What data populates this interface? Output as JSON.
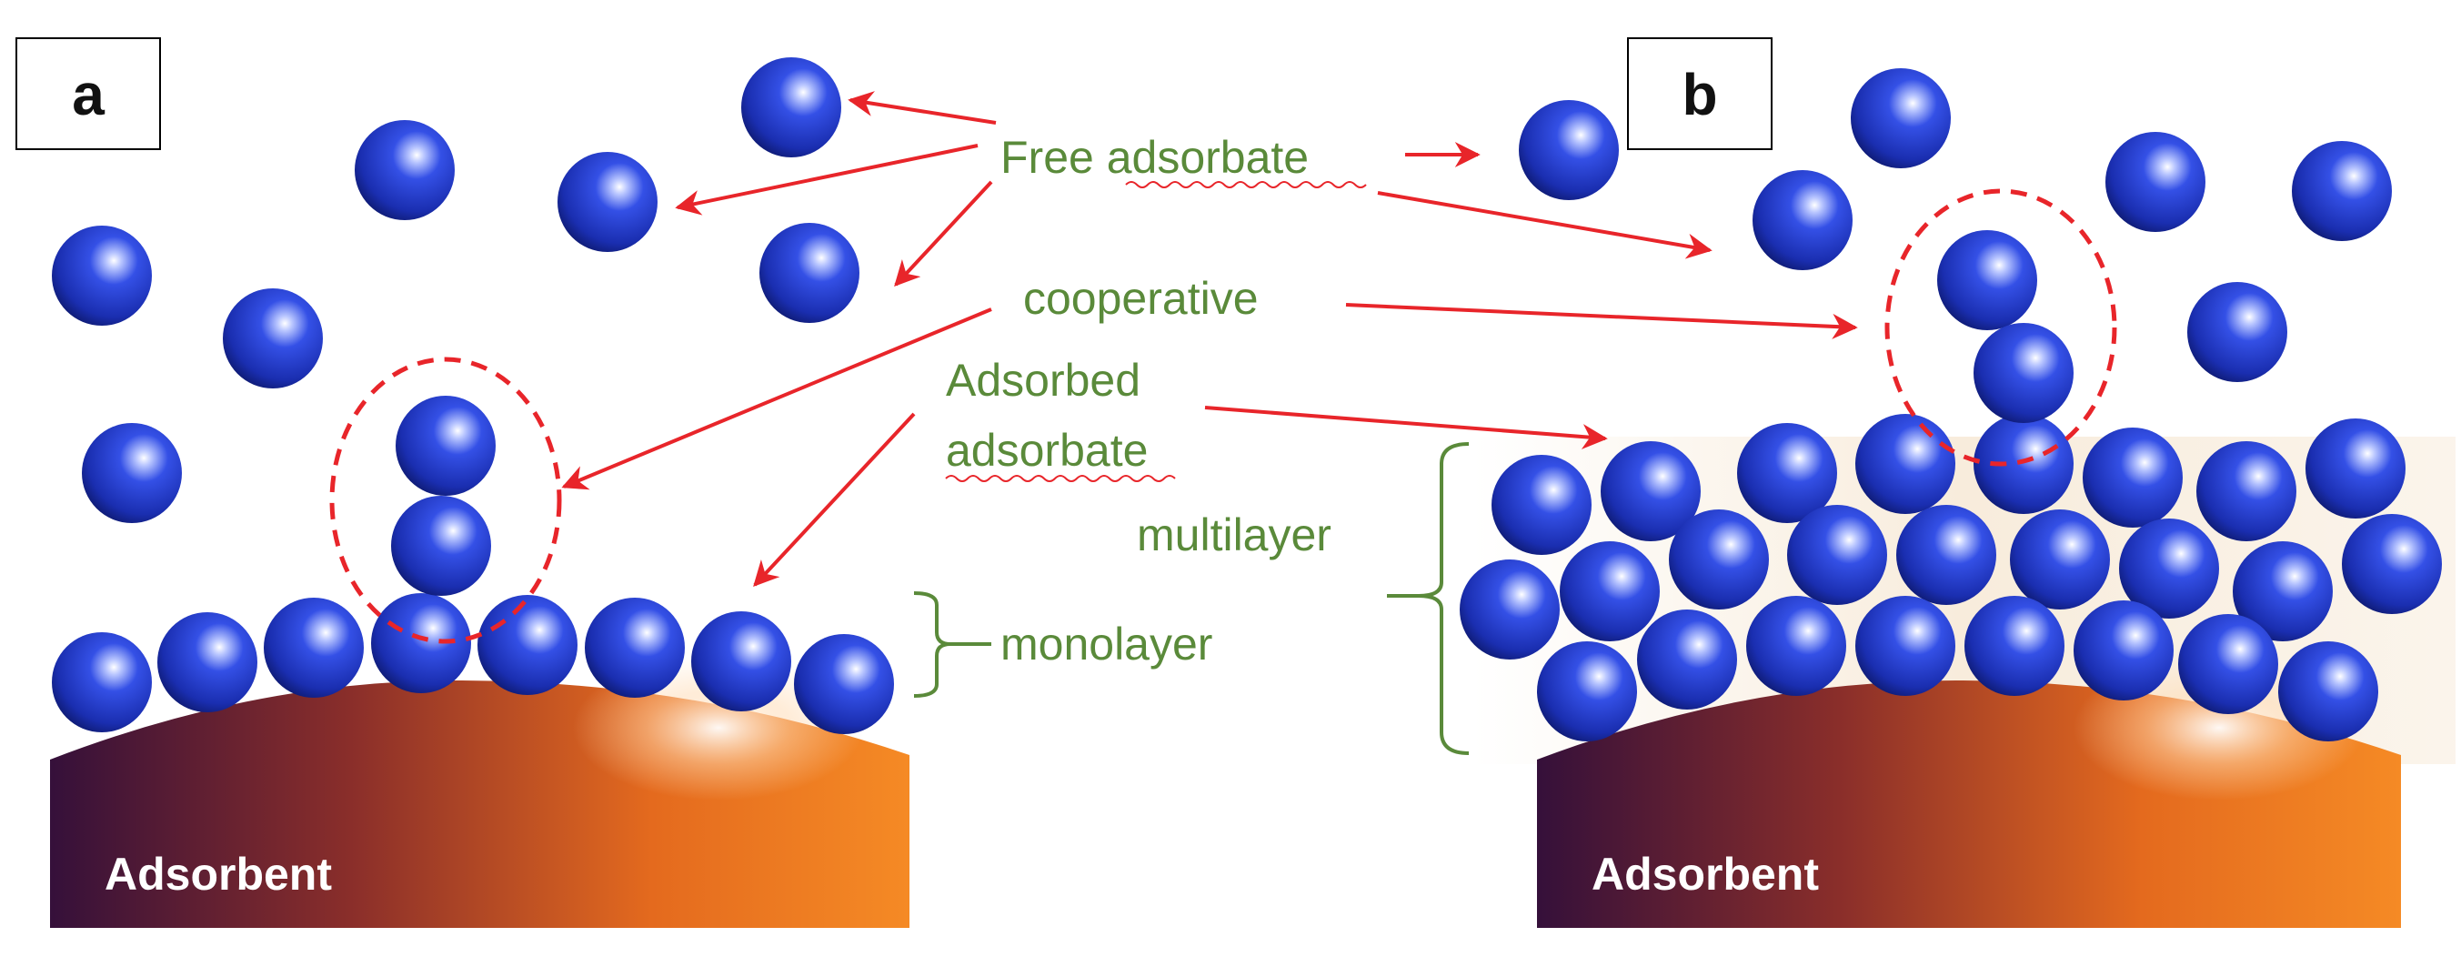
{
  "panels": {
    "a": {
      "letter": "a",
      "substrate_label": "Adsorbent"
    },
    "b": {
      "letter": "b",
      "substrate_label": "Adsorbent"
    }
  },
  "labels": {
    "free_adsorbate": "Free adsorbate",
    "cooperative": "cooperative",
    "adsorbed_line1": "Adsorbed",
    "adsorbed_line2": "adsorbate",
    "monolayer": "monolayer",
    "multilayer": "multilayer"
  },
  "colors": {
    "label_text": "#5a8a3a",
    "arrow": "#e8252a",
    "sphere": "#1a35c8",
    "substrate_dark": "#3a0f3a",
    "substrate_light": "#f07a20"
  }
}
